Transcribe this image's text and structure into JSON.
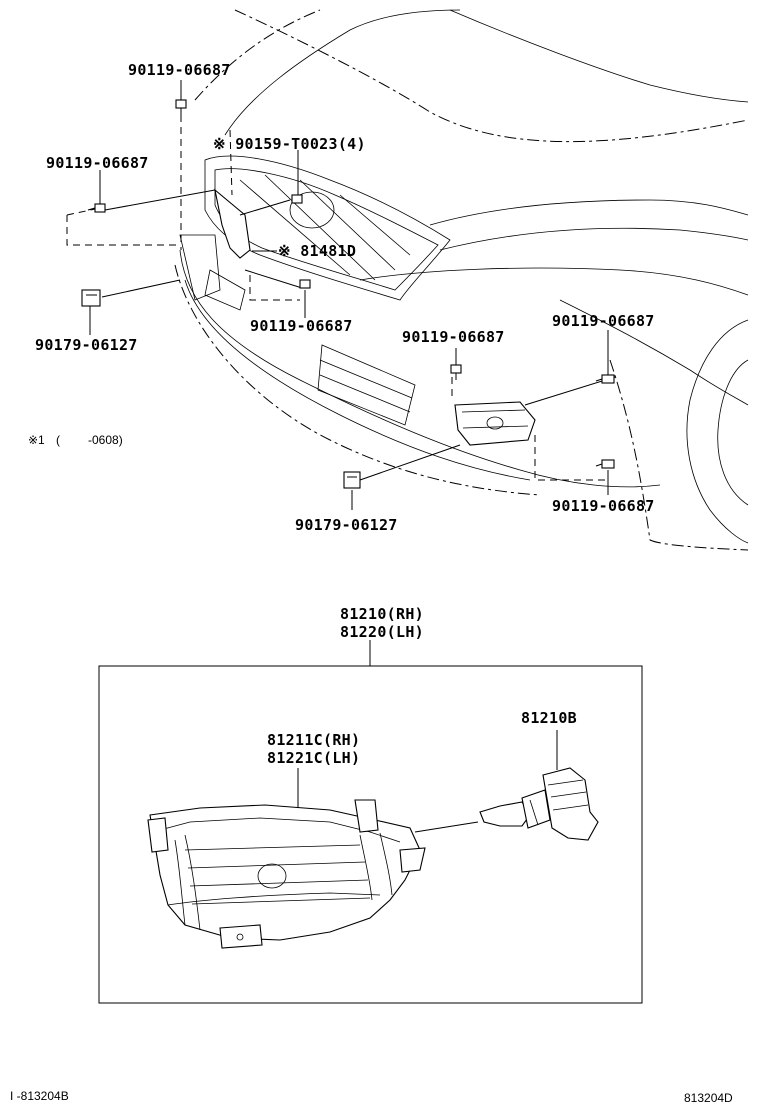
{
  "labels": {
    "bolt_top": "90119-06687",
    "bolt_left": "90119-06687",
    "screw_grille": "※ 90159-T0023(4)",
    "bracket": "※ 81481D",
    "bolt_mid": "90119-06687",
    "clip_left": "90179-06127",
    "bolt_center": "90119-06687",
    "bolt_right_upper": "90119-06687",
    "bolt_right_lower": "90119-06687",
    "clip_lower": "90179-06127",
    "assembly_rh": "81210(RH)",
    "assembly_lh": "81220(LH)",
    "housing_rh": "81211C(RH)",
    "housing_lh": "81221C(LH)",
    "bulb": "81210B"
  },
  "footnote": {
    "mark": "※1",
    "open": "(",
    "range": "-0608)"
  },
  "footer": {
    "left_code": "I -813204B",
    "right_code": "813204D"
  }
}
